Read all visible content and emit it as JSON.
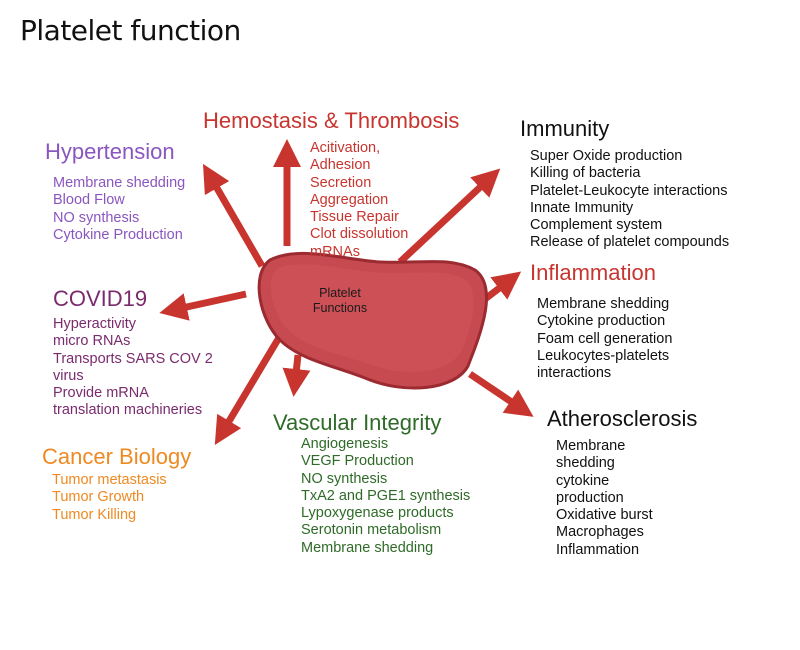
{
  "page_title": "Platelet function",
  "platelet": {
    "label_line1": "Platelet",
    "label_line2": "Functions",
    "fill_color": "#c74a51",
    "edge_color": "#9b2b31"
  },
  "arrow_color": "#c8352f",
  "sections": {
    "hemostasis": {
      "heading": "Hemostasis  & Thrombosis",
      "color": "#c8352f",
      "items": [
        "Acitivation,",
        "Adhesion",
        "Secretion",
        "Aggregation",
        "Tissue Repair",
        "Clot dissolution",
        "mRNAs"
      ]
    },
    "hypertension": {
      "heading": "Hypertension",
      "color": "#8a56bf",
      "items": [
        "Membrane shedding",
        "Blood Flow",
        "NO synthesis",
        "Cytokine Production"
      ]
    },
    "immunity": {
      "heading": "Immunity",
      "color": "#111111",
      "items": [
        "Super Oxide production",
        "Killing of bacteria",
        "Platelet-Leukocyte interactions",
        "Innate Immunity",
        "Complement system",
        "Release of platelet compounds"
      ]
    },
    "inflammation": {
      "heading": "Inflammation",
      "heading_color": "#c8352f",
      "color": "#111111",
      "items": [
        "Membrane shedding",
        "Cytokine production",
        "Foam cell generation",
        "Leukocytes-platelets",
        "interactions"
      ]
    },
    "covid": {
      "heading": "COVID19",
      "color": "#7a2b6e",
      "items": [
        "Hyperactivity",
        "micro RNAs",
        "Transports SARS COV 2",
        "virus",
        "Provide mRNA",
        "translation machineries"
      ]
    },
    "atherosclerosis": {
      "heading": "Atherosclerosis",
      "color": "#111111",
      "items": [
        "Membrane",
        "shedding",
        "cytokine",
        "production",
        "Oxidative burst",
        "Macrophages",
        "Inflammation"
      ]
    },
    "cancer": {
      "heading": "Cancer Biology",
      "color": "#ee8a22",
      "items": [
        "Tumor metastasis",
        "Tumor Growth",
        "Tumor Killing"
      ]
    },
    "vascular": {
      "heading": "Vascular Integrity",
      "color": "#2f6b28",
      "items": [
        "Angiogenesis",
        "VEGF Production",
        "NO synthesis",
        "TxA2 and PGE1 synthesis",
        "Lypoxygenase products",
        "Serotonin metabolism",
        "Membrane shedding"
      ]
    }
  }
}
